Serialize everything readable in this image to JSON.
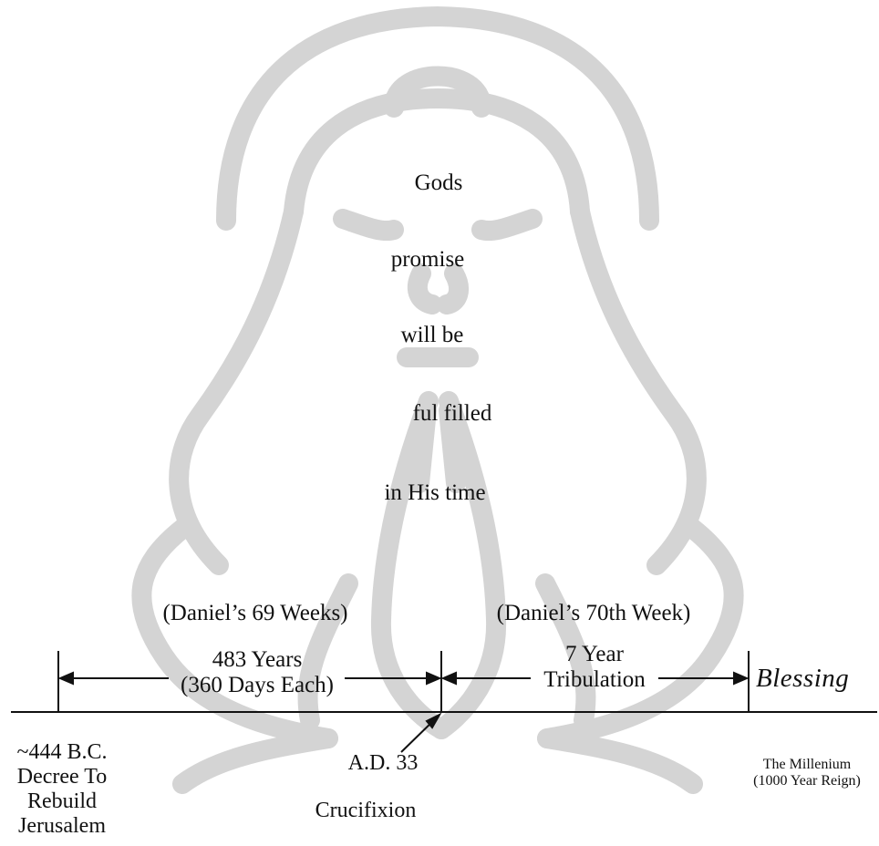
{
  "center_text": {
    "line1": "Gods",
    "line2": "promise",
    "line3": "will be",
    "line4": "ful filled",
    "line5": "in His time"
  },
  "periods": {
    "left_header": "(Daniel’s 69 Weeks)",
    "right_header": "(Daniel’s 70th Week)",
    "left_span_line1": "483 Years",
    "left_span_line2": "(360 Days Each)",
    "right_span_line1": "7 Year",
    "right_span_line2": "Tribulation",
    "blessing": "Blessing"
  },
  "markers": {
    "start_line1": "~444 B.C.",
    "start_line2": "Decree To",
    "start_line3": "Rebuild",
    "start_line4": "Jerusalem",
    "middle_date": "A.D. 33",
    "middle_event": "Crucifixion",
    "end_line1": "The Millenium",
    "end_line2": "(1000 Year Reign)"
  },
  "colors": {
    "ink": "#111111",
    "figure": "#d4d4d4"
  }
}
